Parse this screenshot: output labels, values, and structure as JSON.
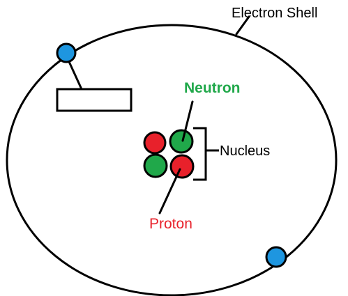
{
  "labels": {
    "electron_shell": "Electron Shell",
    "neutron": "Neutron",
    "nucleus": "Nucleus",
    "proton": "Proton",
    "blank_label": ""
  },
  "colors": {
    "outline": "#000000",
    "electron": "#1e96e0",
    "proton": "#e8212b",
    "neutron": "#20a84a",
    "neutron_text": "#20a84a",
    "proton_text": "#e8212b",
    "background": "#ffffff"
  }
}
